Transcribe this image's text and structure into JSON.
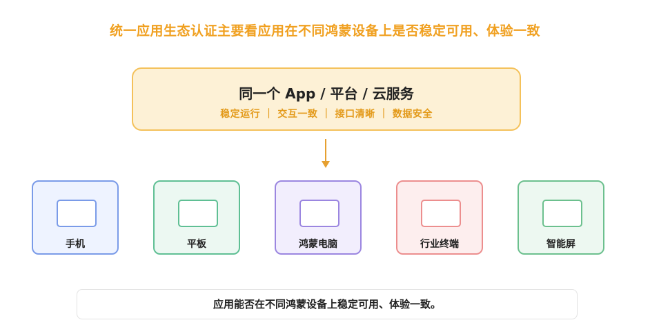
{
  "headline": "统一应用生态认证主要看应用在不同鸿蒙设备上是否稳定可用、体验一致",
  "hub": {
    "title": "同一个 App / 平台 / 云服务",
    "subtitle": "稳定运行 ｜ 交互一致 ｜ 接口清晰 ｜ 数据安全"
  },
  "devices": [
    {
      "label": "手机",
      "border": "#7a9be8",
      "fill": "#eef3ff"
    },
    {
      "label": "平板",
      "border": "#5fbf94",
      "fill": "#ecf8f2"
    },
    {
      "label": "鸿蒙电脑",
      "border": "#9b86e0",
      "fill": "#f2eefd"
    },
    {
      "label": "行业终端",
      "border": "#ec8e8e",
      "fill": "#fdeeee"
    },
    {
      "label": "智能屏",
      "border": "#6cc08e",
      "fill": "#edf8f1"
    }
  ],
  "footer": "应用能否在不同鸿蒙设备上稳定可用、体验一致。",
  "colors": {
    "accent": "#f0a020",
    "arrow": "#e6a030"
  }
}
